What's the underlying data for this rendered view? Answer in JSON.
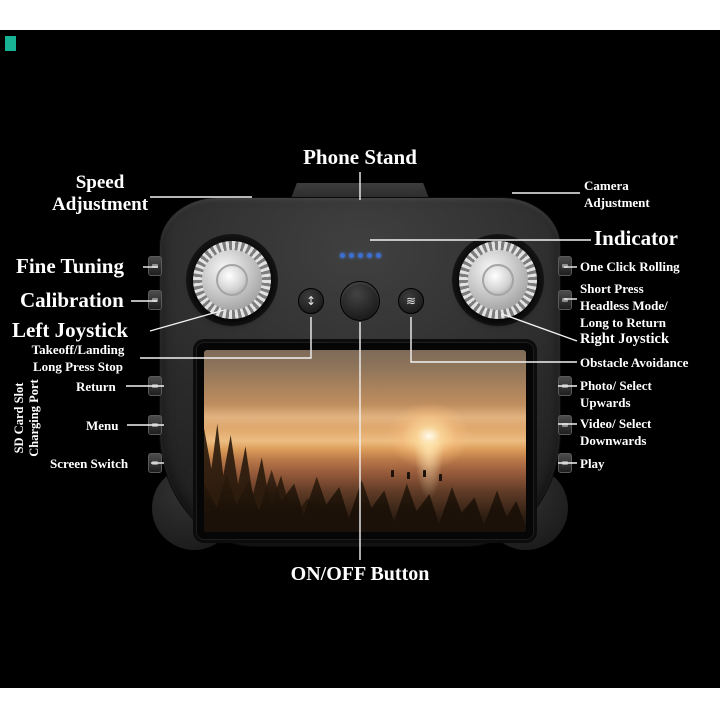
{
  "page": {
    "background": "#ffffff",
    "panel_color": "#000000",
    "accent_mark_color": "#18b394",
    "text_color": "#ffffff"
  },
  "labels": {
    "phone_stand": "Phone Stand",
    "speed_adjustment": "Speed\nAdjustment",
    "camera_adjustment": "Camera\nAdjustment",
    "indicator": "Indicator",
    "fine_tuning": "Fine Tuning",
    "one_click_rolling": "One Click Rolling",
    "calibration": "Calibration",
    "short_press_headless": "Short Press\nHeadless Mode/\nLong to Return",
    "left_joystick": "Left Joystick",
    "takeoff_landing": "Takeoff/Landing\nLong Press Stop",
    "right_joystick": "Right Joystick",
    "return_btn": "Return",
    "obstacle_avoidance": "Obstacle Avoidance",
    "photo_select": "Photo/ Select\nUpwards",
    "menu": "Menu",
    "video_select": "Video/ Select\nDownwards",
    "screen_switch": "Screen Switch",
    "play": "Play",
    "sd_card": "SD Card Slot\nCharging Port",
    "on_off": "ON/OFF Button"
  },
  "controller": {
    "indicator_dot_count": 5,
    "indicator_color": "#3d6fd1",
    "icons": {
      "takeoff_button_icon": "↕",
      "obstacle_button_icon": "≋"
    }
  }
}
